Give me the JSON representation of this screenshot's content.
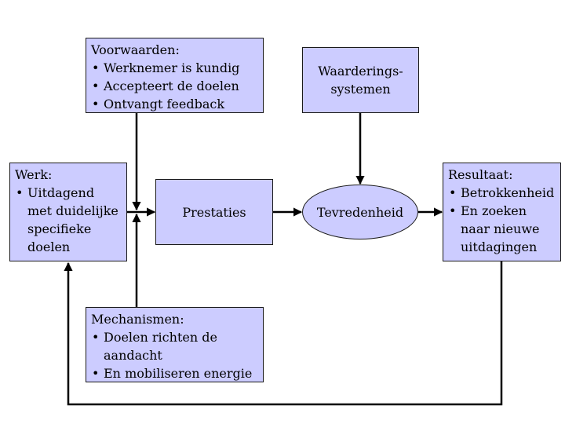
{
  "nodes": {
    "voorwaarden": {
      "heading": "Voorwaarden:",
      "items": [
        "Werknemer is kundig",
        "Accepteert de doelen",
        "Ontvangt feedback"
      ]
    },
    "waarderings": {
      "lines": [
        "Waarderings-",
        "systemen"
      ]
    },
    "werk": {
      "heading": "Werk:",
      "items": [
        "Uitdagend met duidelijke specifieke doelen"
      ]
    },
    "prestaties": {
      "label": "Prestaties"
    },
    "tevredenheid": {
      "label": "Tevredenheid"
    },
    "resultaat": {
      "heading": "Resultaat:",
      "items": [
        "Betrokkenheid",
        "En zoeken naar nieuwe uitdagingen"
      ]
    },
    "mechanismen": {
      "heading": "Mechanismen:",
      "items": [
        "Doelen richten de aandacht",
        "En mobiliseren energie"
      ]
    }
  },
  "colors": {
    "box_fill": "#ccccff",
    "line": "#000000"
  }
}
